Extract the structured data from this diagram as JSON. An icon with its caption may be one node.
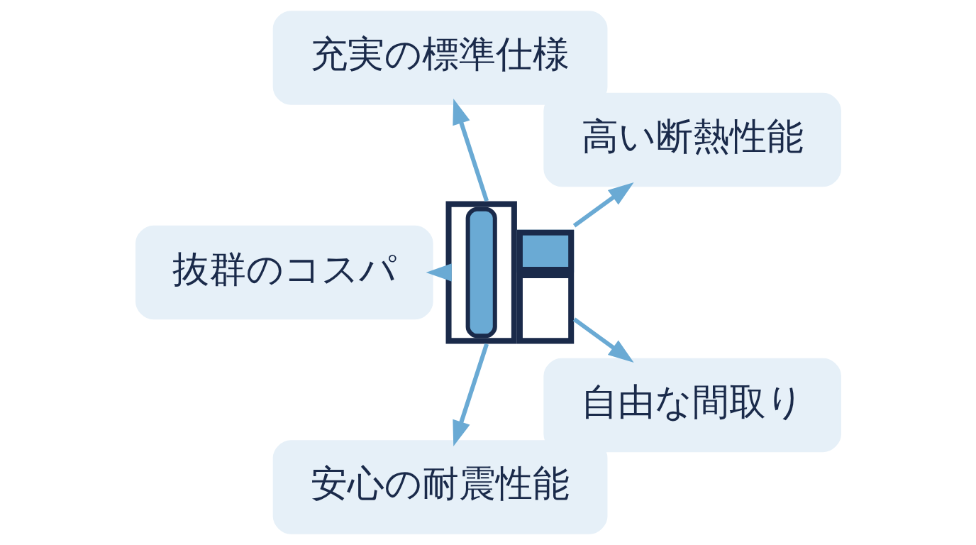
{
  "diagram": {
    "nodes": [
      {
        "text": [],
        "shape": "picture"
      },
      {
        "text": [
          "高い断熱性能"
        ]
      },
      {
        "text": [
          "充実の標準仕様"
        ]
      },
      {
        "text": [
          "抜群のコスパ"
        ]
      },
      {
        "text": [
          "安心の耐震性能"
        ]
      },
      {
        "text": [
          "自由な間取り"
        ]
      }
    ],
    "edges": [
      {
        "from": 0,
        "to": 1,
        "arrow": "to"
      },
      {
        "from": 0,
        "to": 2,
        "arrow": "to"
      },
      {
        "from": 0,
        "to": 3,
        "arrow": "to"
      },
      {
        "from": 0,
        "to": 4,
        "arrow": "to"
      },
      {
        "from": 0,
        "to": 5,
        "arrow": "to"
      }
    ]
  }
}
